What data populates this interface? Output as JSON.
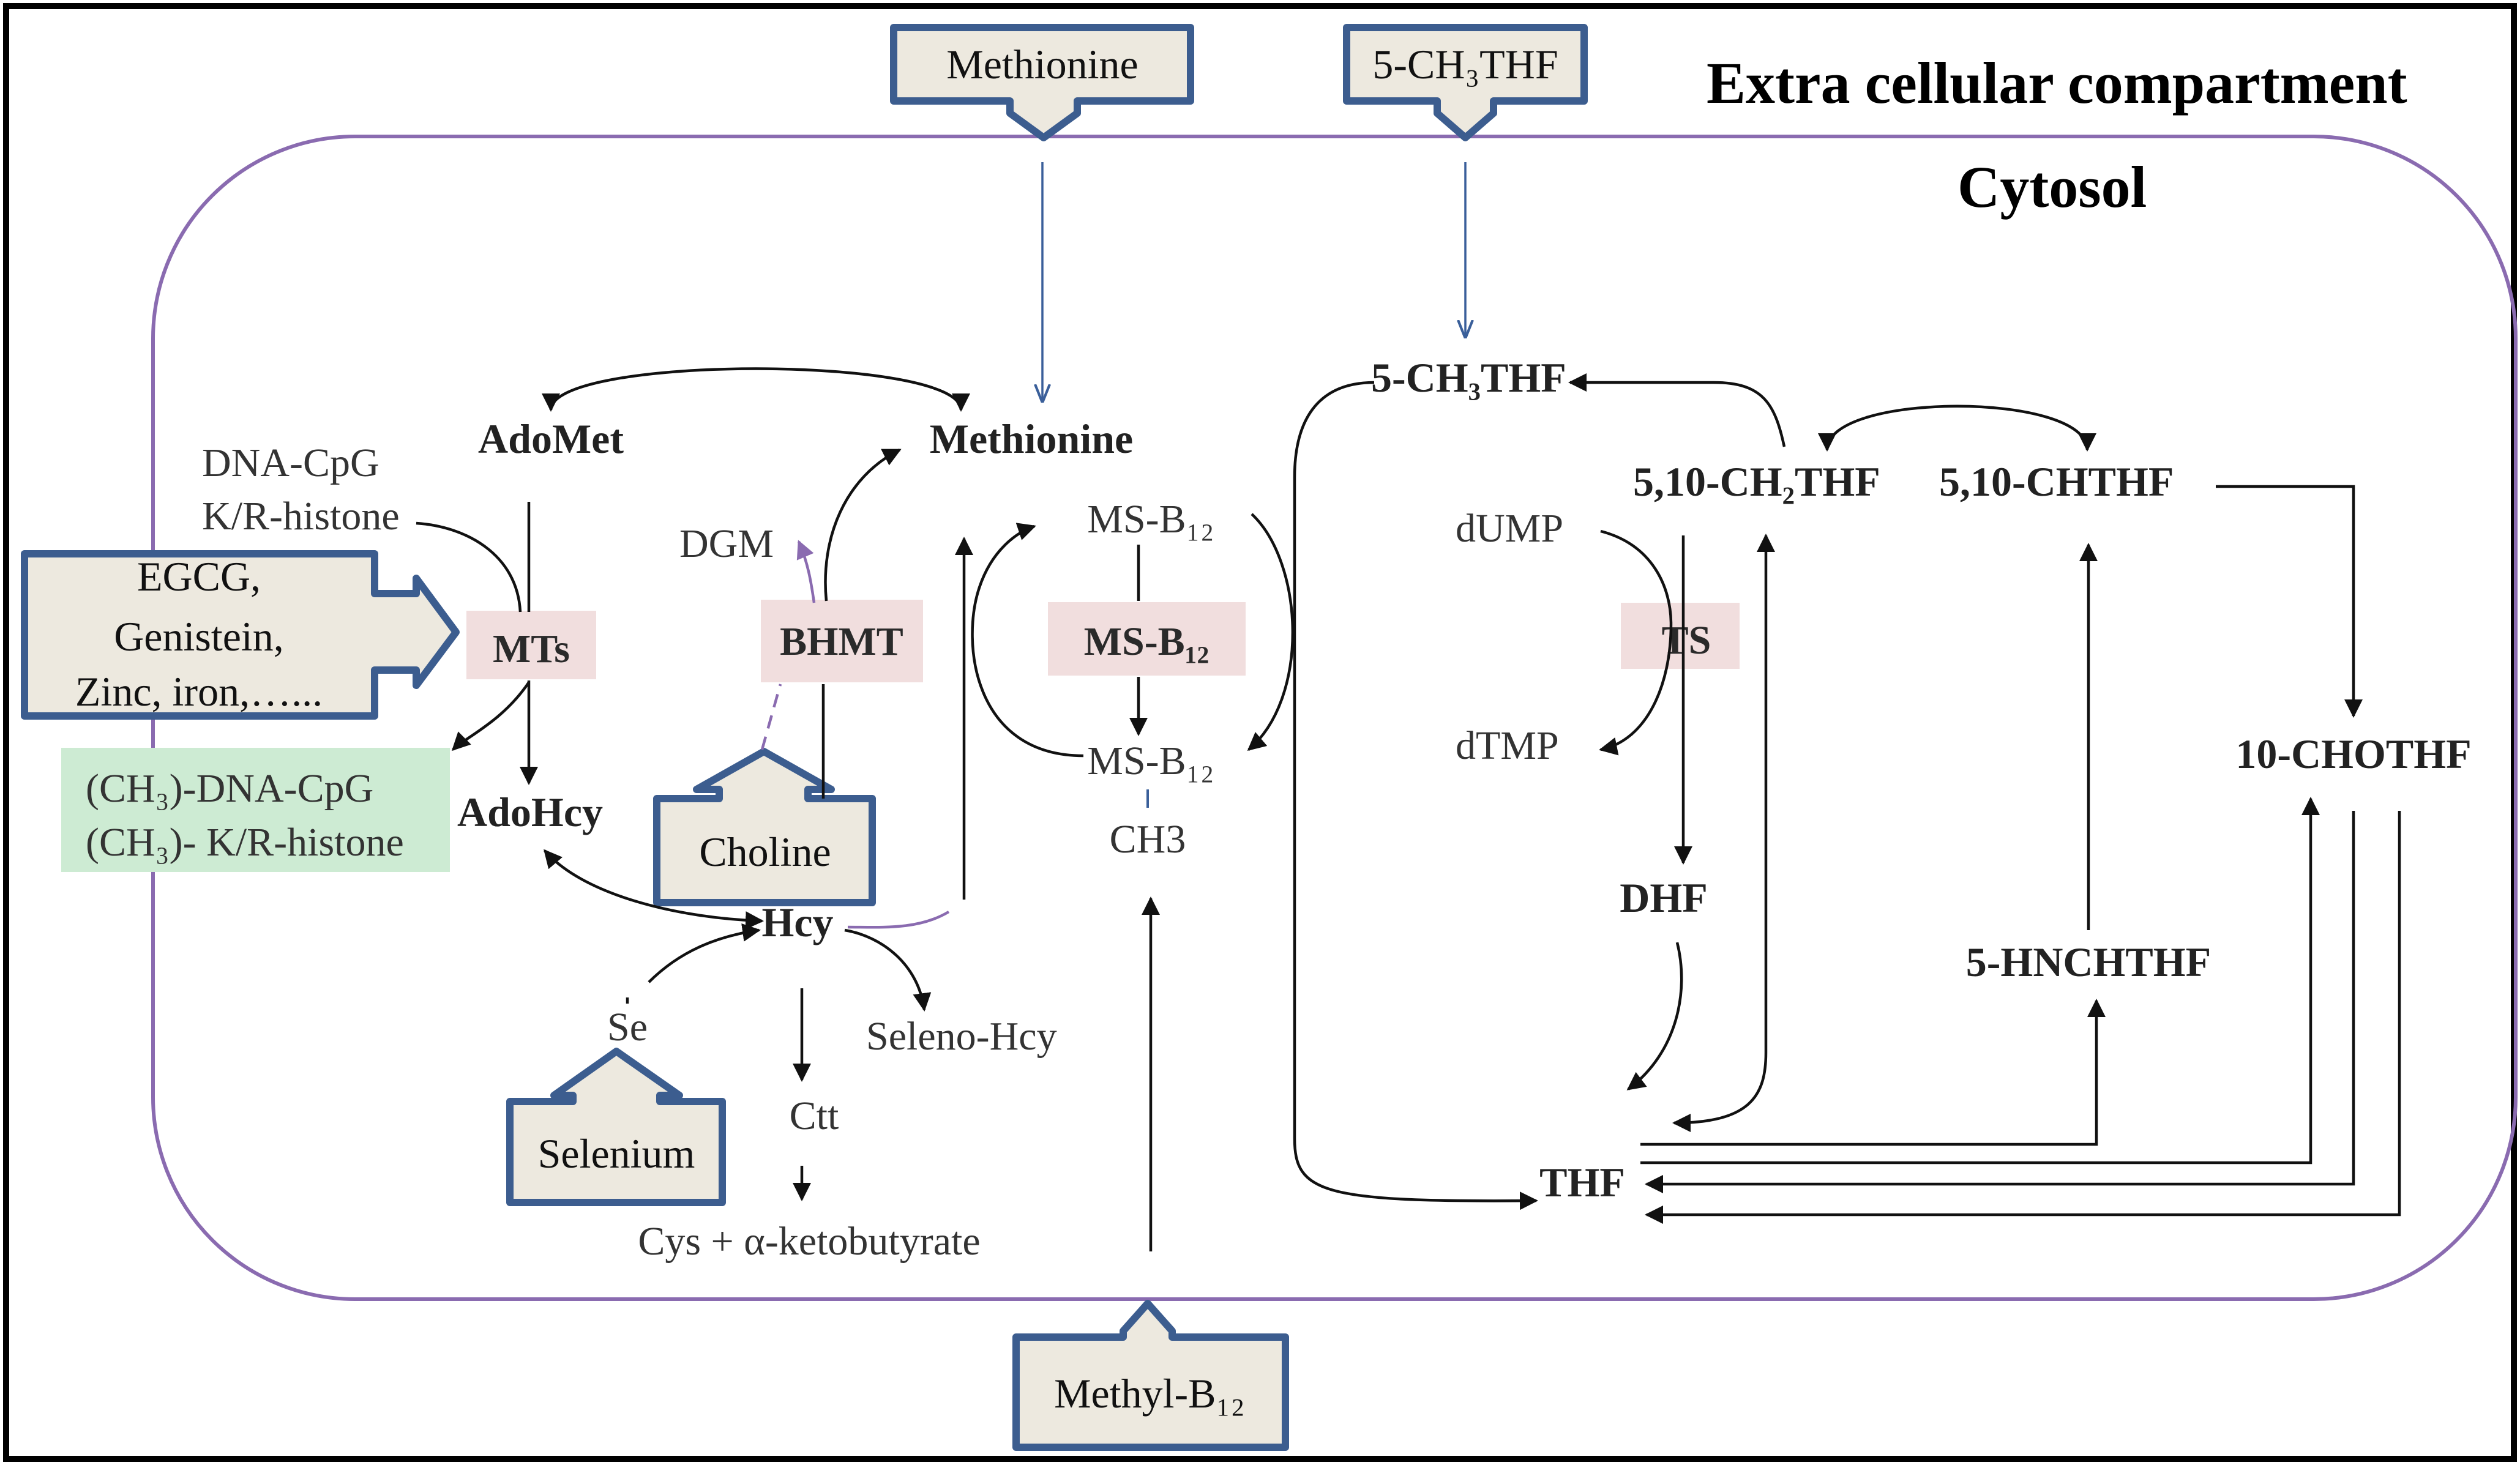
{
  "title_extracellular": "Extra cellular compartment",
  "title_cytosol": "Cytosol",
  "inputs": {
    "methionine": "Methionine",
    "ch3thf": "5-CH₃THF",
    "methyl_b12": "Methyl-B₁₂",
    "choline": "Choline",
    "selenium": "Selenium",
    "inhibitors": [
      "EGCG,",
      "Genistein,",
      "Zinc, iron,…..."
    ]
  },
  "methylation": {
    "adomet": "AdoMet",
    "adohcy": "AdoHcy",
    "methionine": "Methionine",
    "substrates": [
      "DNA-CpG",
      "K/R-histone"
    ],
    "products": [
      "(CH₃)-DNA-CpG",
      "(CH₃)- K/R-histone"
    ],
    "hcy": "Hcy",
    "dgm": "DGM",
    "se": "Se",
    "seleno_hcy": "Seleno-Hcy",
    "ctt": "Ctt",
    "cys": "Cys + α-ketobutyrate",
    "ms_b12_top": "MS-B₁₂",
    "ms_b12_bottom": "MS-B₁₂",
    "ch3": "CH3"
  },
  "enzymes": {
    "mts": "MTs",
    "bhmt": "BHMT",
    "ms_b12": "MS-B₁₂",
    "ts": "TS"
  },
  "folate": {
    "ch3thf": "5-CH₃THF",
    "ch2thf": "5,10-CH₂THF",
    "chthf": "5,10-CHTHF",
    "chothf": "10-CHOTHF",
    "dump": "dUMP",
    "dtmp": "dTMP",
    "dhf": "DHF",
    "hnchthf": "5-HNCHTHF",
    "thf": "THF"
  },
  "colors": {
    "callout_fill": "#ede9df",
    "callout_border": "#3c5d8f",
    "enzyme_fill": "#f1dede",
    "product_fill": "#cdebd3",
    "cell_membrane": "#8a6bb0",
    "dashed_arrow": "#8a6bb0"
  }
}
